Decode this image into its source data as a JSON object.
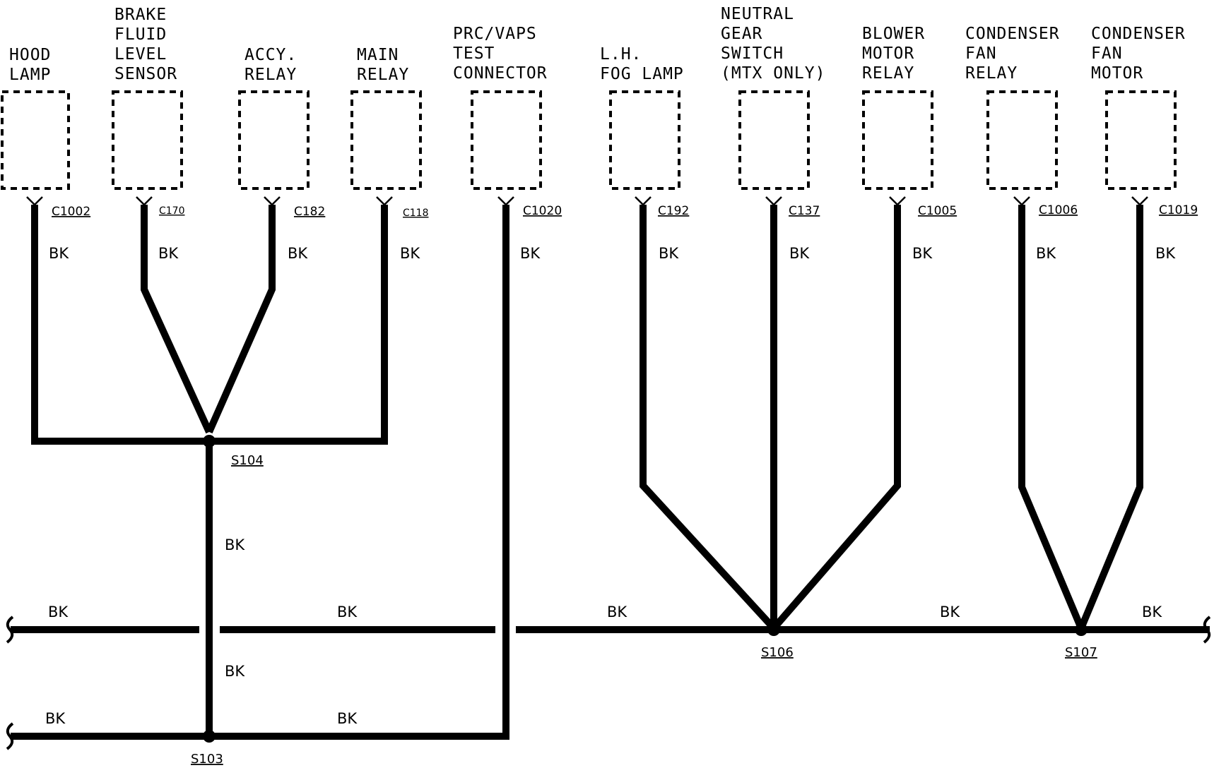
{
  "components": [
    {
      "id": "hood",
      "lines": [
        "HOOD",
        "LAMP"
      ],
      "connector": "C1002"
    },
    {
      "id": "brake",
      "lines": [
        "BRAKE",
        "FLUID",
        "LEVEL",
        "SENSOR"
      ],
      "connector": "C170"
    },
    {
      "id": "accy",
      "lines": [
        "ACCY.",
        "RELAY"
      ],
      "connector": "C182"
    },
    {
      "id": "main",
      "lines": [
        "MAIN",
        "RELAY"
      ],
      "connector": "C118"
    },
    {
      "id": "prc",
      "lines": [
        "PRC/VAPS",
        "TEST",
        "CONNECTOR"
      ],
      "connector": "C1020"
    },
    {
      "id": "fog",
      "lines": [
        "L.H.",
        "FOG LAMP"
      ],
      "connector": "C192"
    },
    {
      "id": "neutral",
      "lines": [
        "NEUTRAL",
        "GEAR",
        "SWITCH",
        "(MTX ONLY)"
      ],
      "connector": "C137"
    },
    {
      "id": "blower",
      "lines": [
        "BLOWER",
        "MOTOR",
        "RELAY"
      ],
      "connector": "C1005"
    },
    {
      "id": "cfrelay",
      "lines": [
        "CONDENSER",
        "FAN",
        "RELAY"
      ],
      "connector": "C1006"
    },
    {
      "id": "cfmotor",
      "lines": [
        "CONDENSER",
        "FAN",
        "MOTOR"
      ],
      "connector": "C1019"
    }
  ],
  "wire_color": "BK",
  "splices": {
    "s104": "S104",
    "s103": "S103",
    "s106": "S106",
    "s107": "S107"
  }
}
